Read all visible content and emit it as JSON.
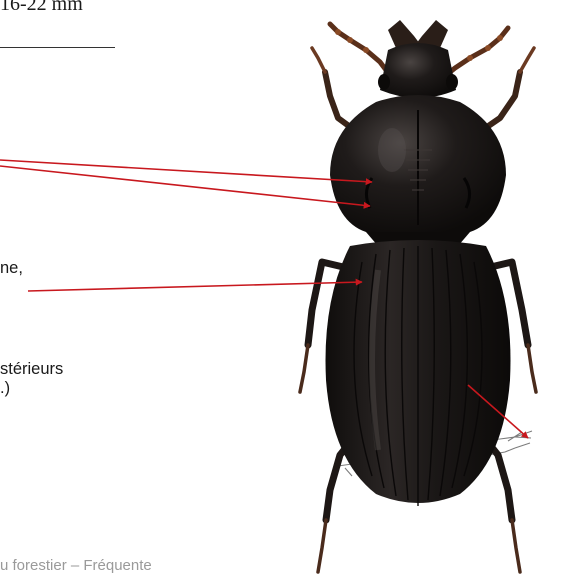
{
  "header": {
    "size_text": "16-22 mm"
  },
  "annotations": {
    "line1": "ne,",
    "line2": "stérieurs",
    "line3": ".)"
  },
  "footer": {
    "caption": "u forestier – Fréquente"
  },
  "figure": {
    "subject": "ground-beetle-illustration",
    "body_color": "#1c1816",
    "leg_color": "#5a2f1a",
    "arrow_color": "#c8181e"
  }
}
